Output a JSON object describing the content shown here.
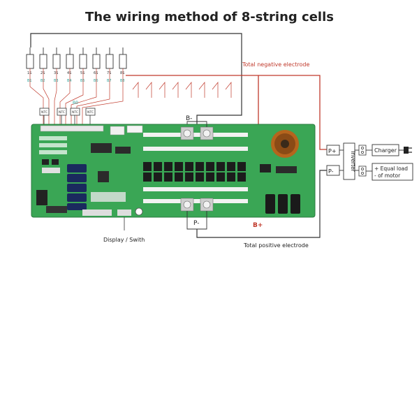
{
  "title": "The wiring method of 8-string cells",
  "cells": [
    {
      "id": "1S",
      "b": "B1"
    },
    {
      "id": "2S",
      "b": "B2"
    },
    {
      "id": "3S",
      "b": "B3"
    },
    {
      "id": "4S",
      "b": "B4"
    },
    {
      "id": "5S",
      "b": "B5"
    },
    {
      "id": "6S",
      "b": "B6"
    },
    {
      "id": "7S",
      "b": "B7"
    },
    {
      "id": "8S",
      "b": "B8"
    }
  ],
  "b0_label": "B0",
  "ntc_label": "NTC",
  "labels": {
    "total_negative": "Total negative electrode",
    "total_positive": "Total positive electrode",
    "b_minus": "B-",
    "b_plus": "B+",
    "p_minus": "P-",
    "p_plus": "P+",
    "p_minus_right": "P-",
    "inverter": "Inverter",
    "charger": "Charger",
    "load_line1": "+ Equal load",
    "load_line2": "- of motor",
    "display": "Display / Swith"
  },
  "colors": {
    "negative_red": "#c0392b",
    "teal": "#2aa198",
    "board_green": "#3aa655",
    "board_dark": "#2e8b46",
    "wire_dark": "#333333"
  }
}
